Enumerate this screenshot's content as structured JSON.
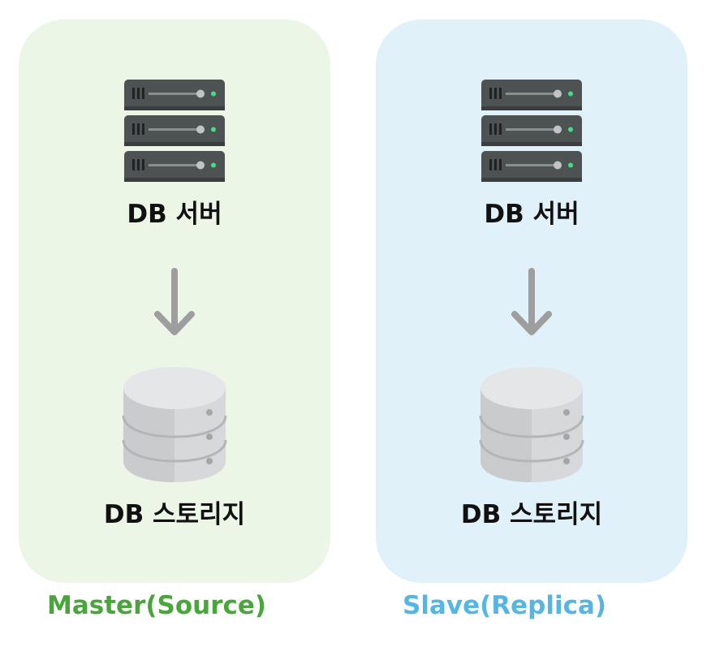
{
  "colors": {
    "master_panel_bg": "#ebf6e7",
    "slave_panel_bg": "#e0f1f9",
    "master_caption": "#4aa63c",
    "slave_caption": "#55b6e3",
    "arrow": "#9e9e9e"
  },
  "master": {
    "server_label": "DB 서버",
    "storage_label": "DB 스토리지",
    "caption": "Master(Source)",
    "server_icon": "server-rack-icon",
    "arrow_icon": "arrow-down-icon",
    "storage_icon": "database-icon"
  },
  "slave": {
    "server_label": "DB 서버",
    "storage_label": "DB 스토리지",
    "caption": "Slave(Replica)",
    "server_icon": "server-rack-icon",
    "arrow_icon": "arrow-down-icon",
    "storage_icon": "database-icon"
  }
}
